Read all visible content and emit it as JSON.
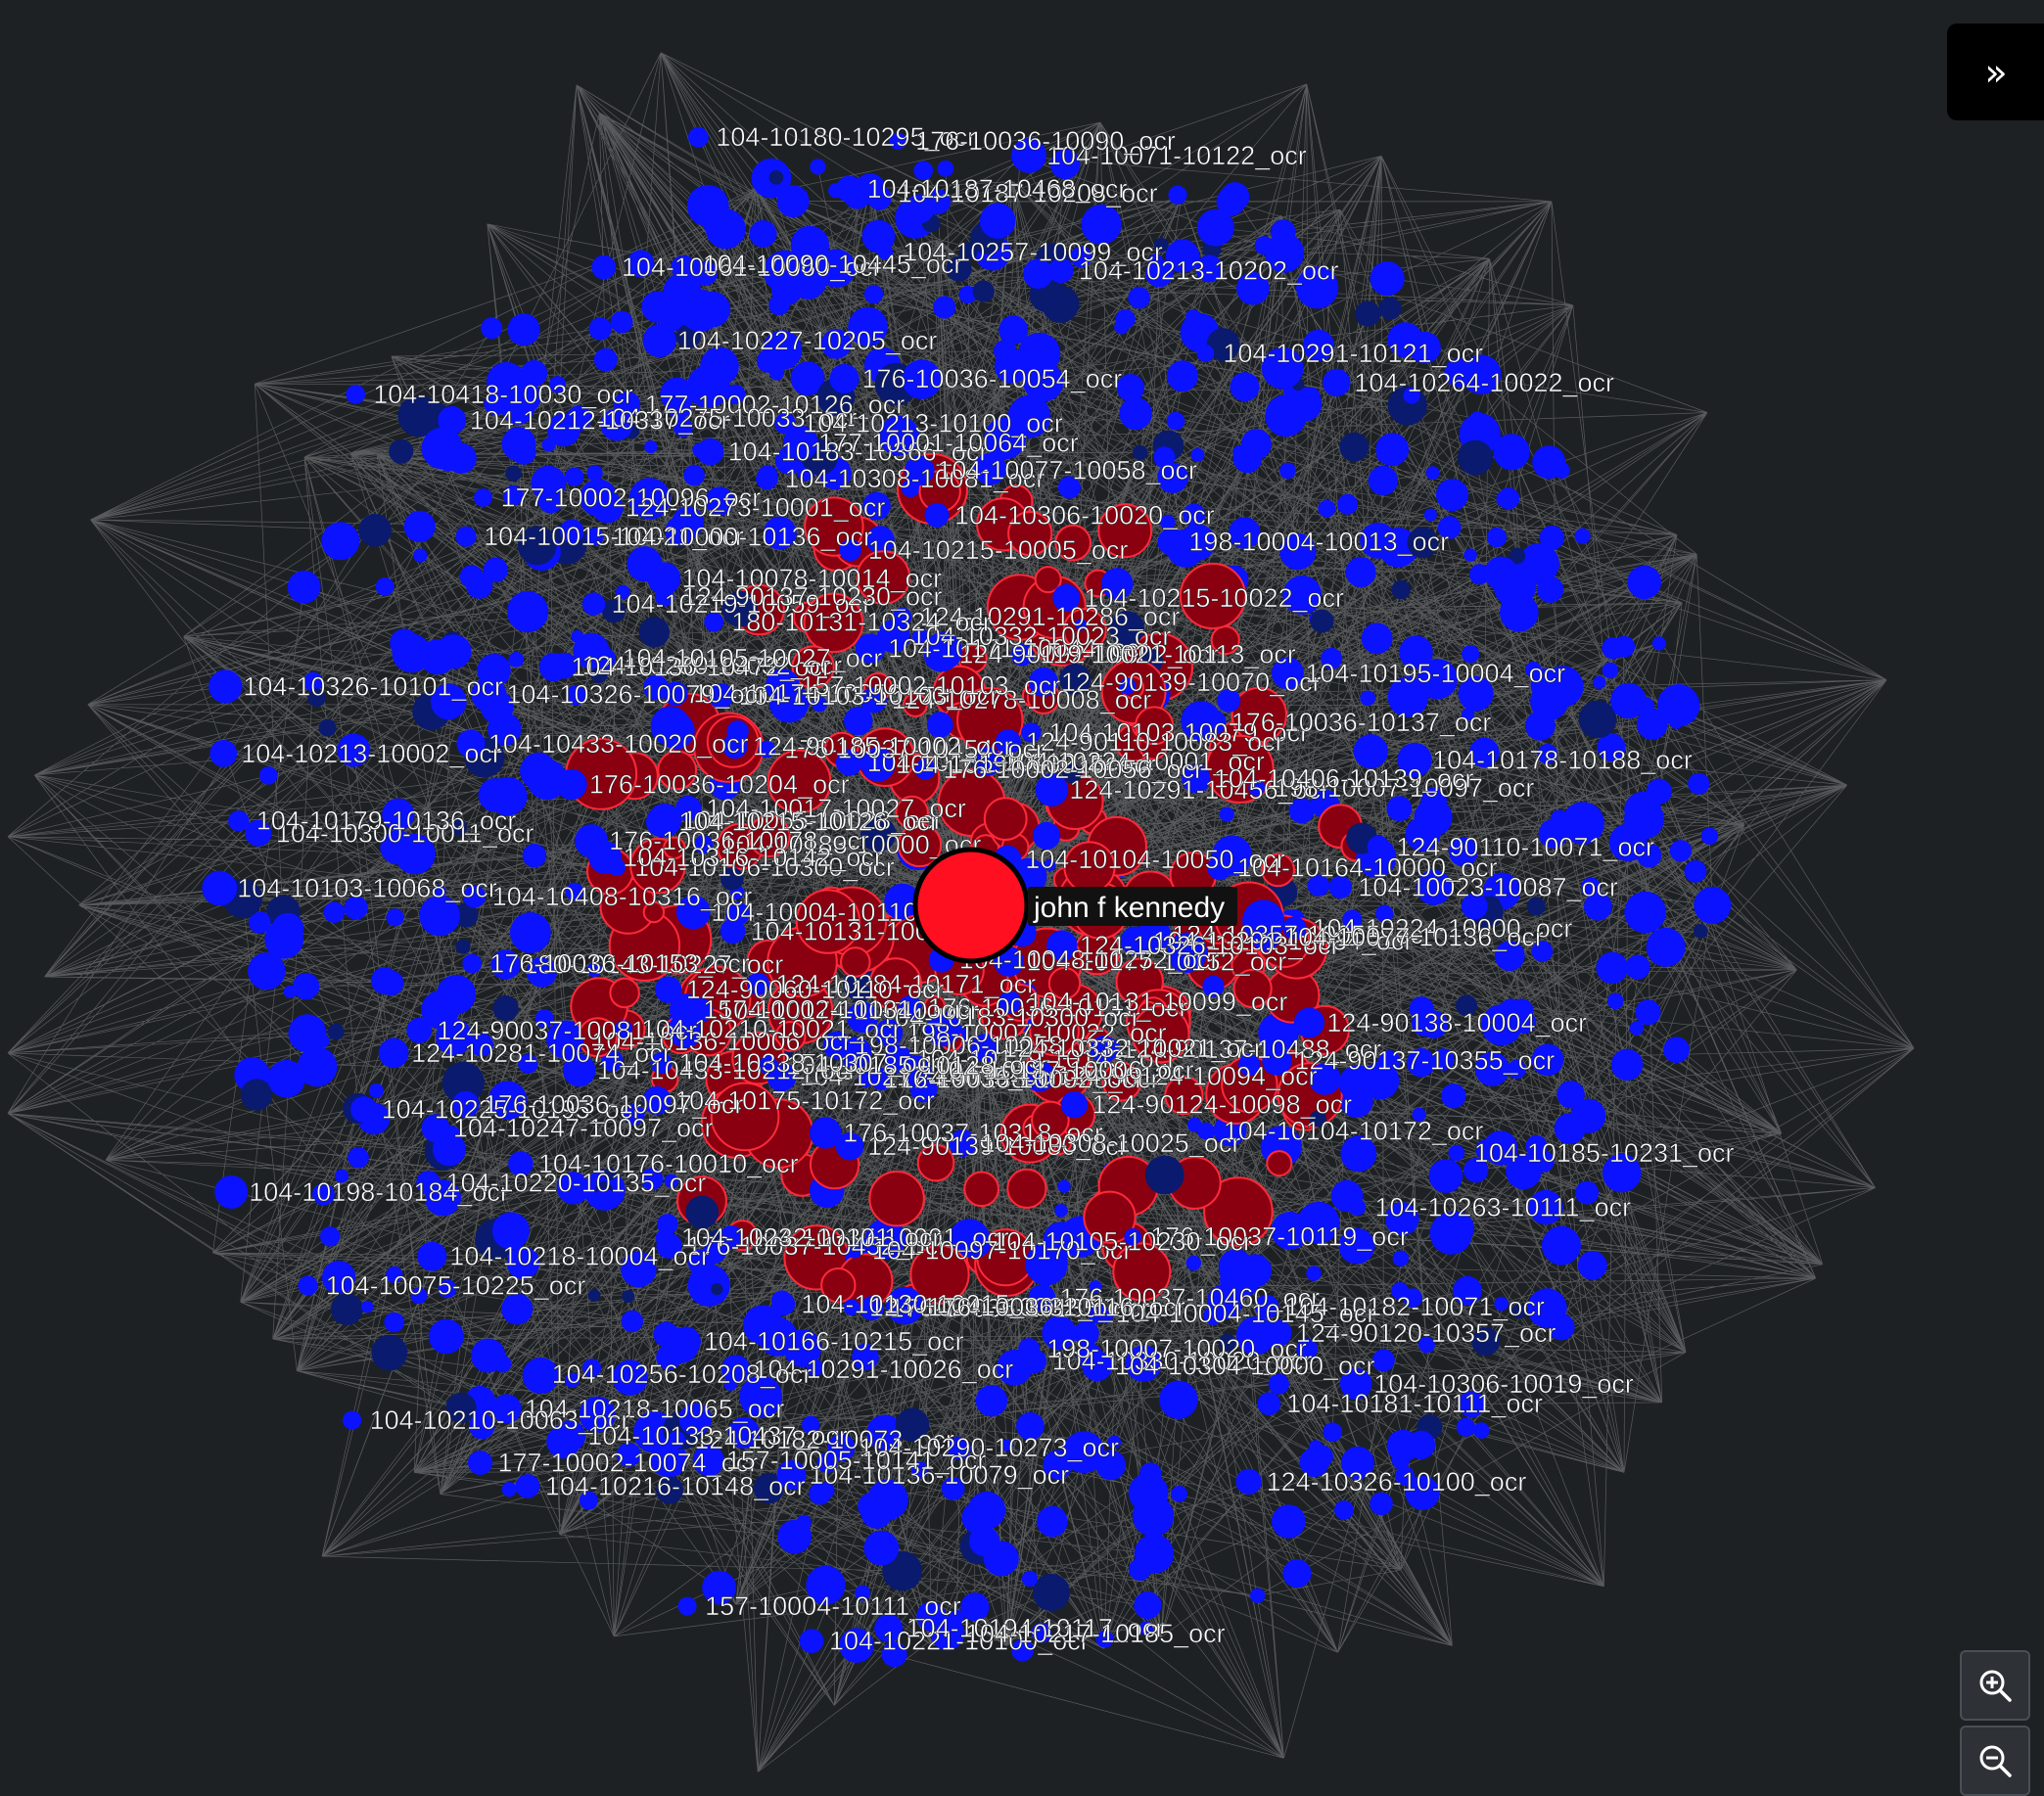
{
  "graph": {
    "center_node": {
      "label": "john f kennedy",
      "color": "#ff0f1f"
    },
    "colors": {
      "background": "#1e2124",
      "edge": "#8a8a8a",
      "document_node": "#0a12ff",
      "highlighted_node": "#8b0010",
      "label": "#ffffff"
    },
    "labels": [
      "124-10357-10055_ocr",
      "124-90137-10488_ocr",
      "124-90137-10355_ocr",
      "176-10036-10131_ocr",
      "124-90124-10098_ocr",
      "124-90120-10357_ocr",
      "176-10037-10460_ocr",
      "198-10007-10022_ocr",
      "198-10006-10058_ocr",
      "176-10036-10135_ocr",
      "104-10337-10001_ocr",
      "104-10217-10035_ocr",
      "104-10291-10026_ocr",
      "104-10218-10065_ocr",
      "104-10175-10172_ocr",
      "176-10037-10452_ocr",
      "124-10284-10171_ocr",
      "104-10433-10212_ocr",
      "104-10176-10010_ocr",
      "104-10247-10097_ocr",
      "104-10225-10195_ocr",
      "104-10300-10011_ocr",
      "104-10183-10000_ocr",
      "176-10036-10078_ocr",
      "124-10280-10032_ocr",
      "104-10433-10020_ocr",
      "177-10002-10096_ocr",
      "104-10174-10050_ocr",
      "104-10418-10030_ocr",
      "104-10061-10060_ocr",
      "104-10227-10205_ocr",
      "177-10002-10126_ocr",
      "104-10215-10005_ocr",
      "104-10306-10020_ocr",
      "104-10071-10122_ocr",
      "104-10185-10012_ocr",
      "124-10278-10008_ocr",
      "124-90092-10002_ocr",
      "124-90139-10070_ocr",
      "104-10291-10121_ocr",
      "124-10291-10456_ocr",
      "104-10178-10188_ocr",
      "104-10195-10004_ocr",
      "198-10007-10097_ocr",
      "104-10177-10152_ocr",
      "104-10291-10034_ocr",
      "104-10131-10099_ocr",
      "104-10182-10071_ocr",
      "104-10185-10231_ocr",
      "104-10048-10252_ocr",
      "104-10179-10143_ocr",
      "124-90138-10068_ocr",
      "104-10330-10020_ocr",
      "104-10183-10300_ocr",
      "104-10136-10079_ocr",
      "124-90139-10080_ocr",
      "124-10241-10032_ocr",
      "124-10182-10073_ocr",
      "104-10130-10015_ocr",
      "177-10002-10074_ocr",
      "104-10166-10215_ocr",
      "104-10210-10063_ocr",
      "104-10075-10225_ocr",
      "104-10136-10006_ocr",
      "104-10198-10184_ocr",
      "124-90037-10081_ocr",
      "104-10004-10110_ocr",
      "180-10143-10227_ocr",
      "104-10065-10028_ocr",
      "104-10213-10002_ocr",
      "104-10130-10472_ocr",
      "104-10015-10021_ocr",
      "104-10105-10027_ocr",
      "104-10000-10136_ocr",
      "124-10273-10001_ocr",
      "104-10183-10366_ocr",
      "104-10180-10295_ocr",
      "176-10036-10054_ocr",
      "104-10171-10044_ocr",
      "104-10332-10023_ocr",
      "104-10187-10208_ocr",
      "176-10036-10090_ocr",
      "104-10194-10015_ocr",
      "104-10213-10202_ocr",
      "104-10224-10001_ocr",
      "176-10002-10056_ocr",
      "104-10103-10079_ocr",
      "104-10406-10139_ocr",
      "104-10104-10050_ocr",
      "124-10326-10103_ocr",
      "104-10023-10087_ocr",
      "104-10164-10000_ocr",
      "104-10104-10172_ocr",
      "124-90124-10094_ocr",
      "104-10306-10019_ocr",
      "104-10004-10145_ocr",
      "198-10007-10020_ocr",
      "104-10181-10111_ocr",
      "176-10036-10092_ocr",
      "104-10187-10006_ocr",
      "104-10097-10170_ocr",
      "104-10290-10273_ocr",
      "176-10037-10318_ocr",
      "157-10004-10111_ocr",
      "104-10185-10128_ocr",
      "104-10133-10437_ocr",
      "104-10174-10040_ocr",
      "104-10338-10307_ocr",
      "104-10220-10135_ocr",
      "104-10131-10016_ocr",
      "104-10218-10004_ocr",
      "124-90060-10110_ocr",
      "176-10036-10153_ocr",
      "104-10103-10068_ocr",
      "104-10179-10136_ocr",
      "104-10106-10300_ocr",
      "104-10017-10027_ocr",
      "104-10219-10059_ocr",
      "104-10275-10033_ocr",
      "104-10078-10014_ocr",
      "104-10090-10445_ocr",
      "104-10103-10103_ocr",
      "104-10308-10081_ocr",
      "104-10187-10468_ocr",
      "124-10291-10286_ocr",
      "104-10213-10100_ocr",
      "104-10077-10058_ocr",
      "104-10257-10099_ocr",
      "104-10215-10022_ocr",
      "124-90110-10083_ocr",
      "104-10264-10022_ocr",
      "119-10021-10113_ocr",
      "198-10004-10013_ocr",
      "124-90110-10071_ocr",
      "104-10224-10000_ocr",
      "176-10036-10137_ocr",
      "124-90138-10004_ocr",
      "104-10263-10111_ocr",
      "104-10077-10136_ocr",
      "124-10332-10021_ocr",
      "176-10037-10119_ocr",
      "124-10326-10100_ocr",
      "104-10304-10000_ocr",
      "104-10105-10230_ocr",
      "104-10308-10025_ocr",
      "176-10036-10116_ocr",
      "104-10221-10100_ocr",
      "104-10194-10117_ocr",
      "104-10217-10185_ocr",
      "104-10232-10101_ocr",
      "157-10005-10141_ocr",
      "104-10216-10148_ocr",
      "104-10256-10208_ocr",
      "157-10002-10131_ocr",
      "104-10210-10021_ocr",
      "124-10281-10074_ocr",
      "176-10036-10097_ocr",
      "104-10408-10316_ocr",
      "104-10316-10142_ocr",
      "176-10036-10204_ocr",
      "104-10326-10101_ocr",
      "104-10215-10126_ocr",
      "104-10326-10079_ocr",
      "104-10212-10337_ocr",
      "124-90137-10230_ocr",
      "180-10131-10324_ocr",
      "176-10037-10454_ocr",
      "124-90185-10002_ocr",
      "157-10002-10103_ocr",
      "177-10001-10064_ocr"
    ]
  },
  "controls": {
    "collapse_icon": "»",
    "zoom_in_icon": "zoom-in-icon",
    "zoom_out_icon": "zoom-out-icon"
  }
}
